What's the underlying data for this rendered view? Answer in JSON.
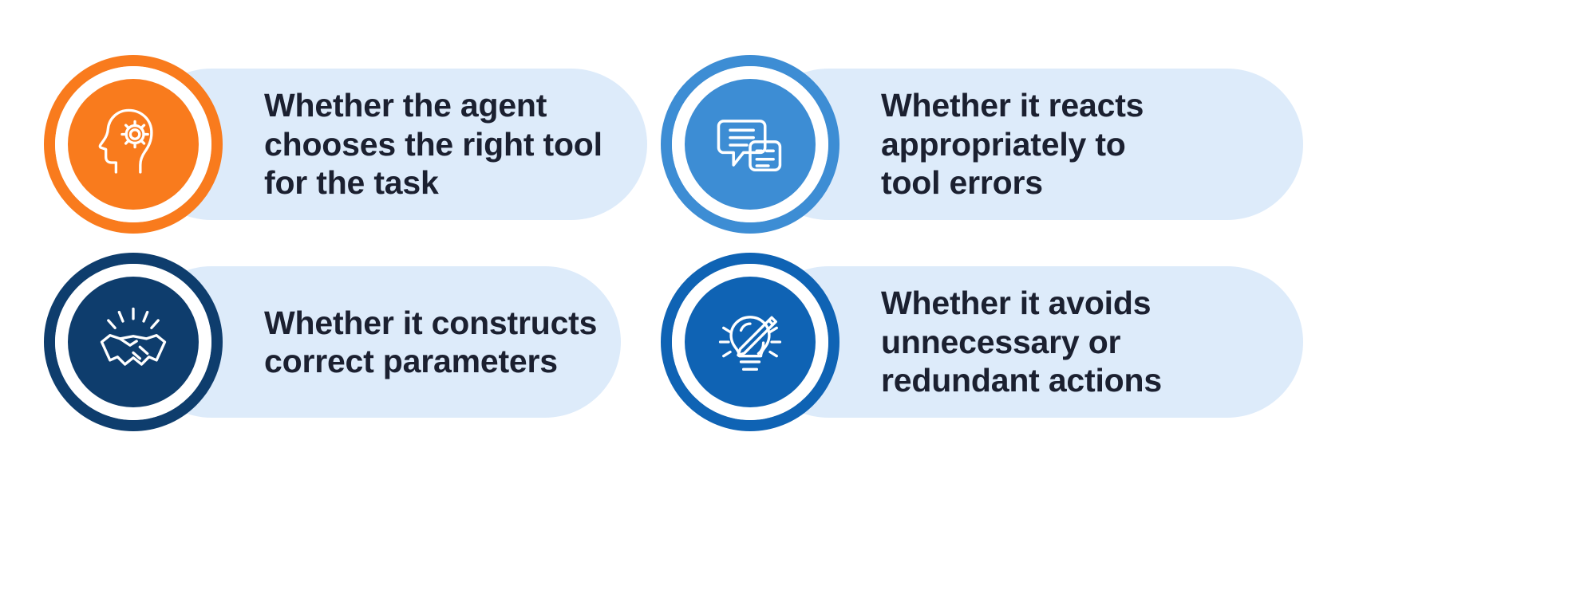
{
  "page": {
    "background": "#ffffff",
    "layout": "2x2 pill cards infographic",
    "text_color": "#1b2030",
    "pill_color": "#ddebfa"
  },
  "cards": [
    {
      "id": "card-tool",
      "name": "right-tool-selection",
      "icon": "head-gear-icon",
      "accent": "#f97b1d",
      "lines": [
        "Whether the agent",
        "chooses the right tool",
        "for the task"
      ],
      "text": "Whether the agent chooses the right tool for the task"
    },
    {
      "id": "card-errors",
      "name": "tool-error-reaction",
      "icon": "speech-bubbles-icon",
      "accent": "#3d8dd4",
      "lines": [
        "Whether it reacts",
        "appropriately to",
        "tool errors"
      ],
      "text": "Whether it reacts appropriately to tool errors"
    },
    {
      "id": "card-params",
      "name": "correct-parameters",
      "icon": "handshake-icon",
      "accent": "#0e3d6d",
      "lines": [
        "Whether it constructs",
        "correct parameters"
      ],
      "text": "Whether it constructs correct parameters"
    },
    {
      "id": "card-redundant",
      "name": "avoids-redundant-actions",
      "icon": "lightbulb-pencil-icon",
      "accent": "#0f63b4",
      "lines": [
        "Whether it avoids",
        "unnecessary or",
        "redundant actions"
      ],
      "text": "Whether it avoids unnecessary or redundant actions"
    }
  ]
}
